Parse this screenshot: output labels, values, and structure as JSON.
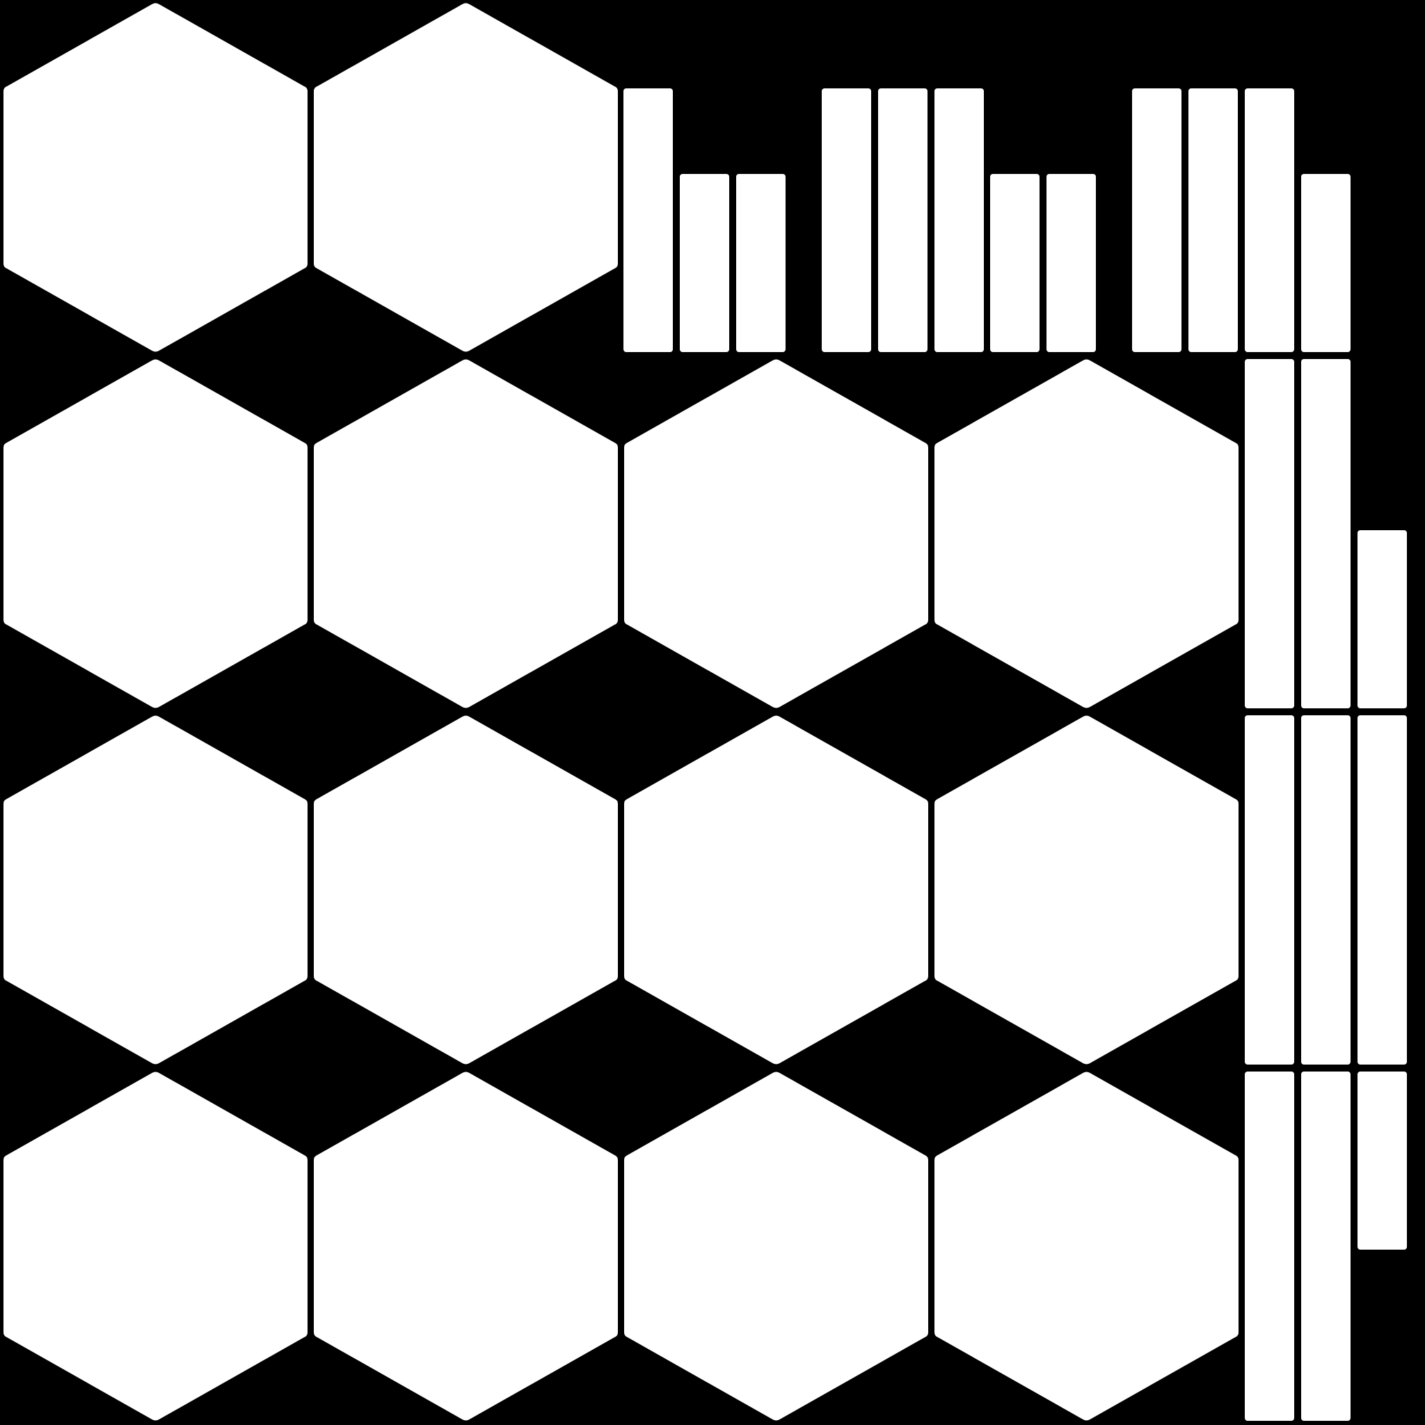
{
  "sheet": {
    "background_color": "#000000",
    "tile_color": "#ffffff",
    "hex_tiles": [
      {
        "name": "hex-r0-c0"
      },
      {
        "name": "hex-r0-c1"
      },
      {
        "name": "hex-r1-c0"
      },
      {
        "name": "hex-r1-c1"
      },
      {
        "name": "hex-r1-c2"
      },
      {
        "name": "hex-r1-c3"
      },
      {
        "name": "hex-r2-c0"
      },
      {
        "name": "hex-r2-c1"
      },
      {
        "name": "hex-r2-c2"
      },
      {
        "name": "hex-r2-c3"
      },
      {
        "name": "hex-r3-c0"
      },
      {
        "name": "hex-r3-c1"
      },
      {
        "name": "hex-r3-c2"
      },
      {
        "name": "hex-r3-c3"
      }
    ],
    "bar_tiles": [
      {
        "name": "bar-tall"
      },
      {
        "name": "bar-short"
      },
      {
        "name": "bar-short"
      },
      {
        "name": "bar-tall"
      },
      {
        "name": "bar-tall"
      },
      {
        "name": "bar-tall"
      },
      {
        "name": "bar-short"
      },
      {
        "name": "bar-short"
      },
      {
        "name": "bar-tall"
      },
      {
        "name": "bar-tall"
      },
      {
        "name": "bar-tall"
      },
      {
        "name": "bar-short"
      },
      {
        "name": "bar-long"
      },
      {
        "name": "bar-long"
      },
      {
        "name": "bar-short"
      },
      {
        "name": "bar-long"
      },
      {
        "name": "bar-long"
      },
      {
        "name": "bar-long"
      },
      {
        "name": "bar-long"
      },
      {
        "name": "bar-long"
      },
      {
        "name": "bar-short"
      }
    ]
  }
}
